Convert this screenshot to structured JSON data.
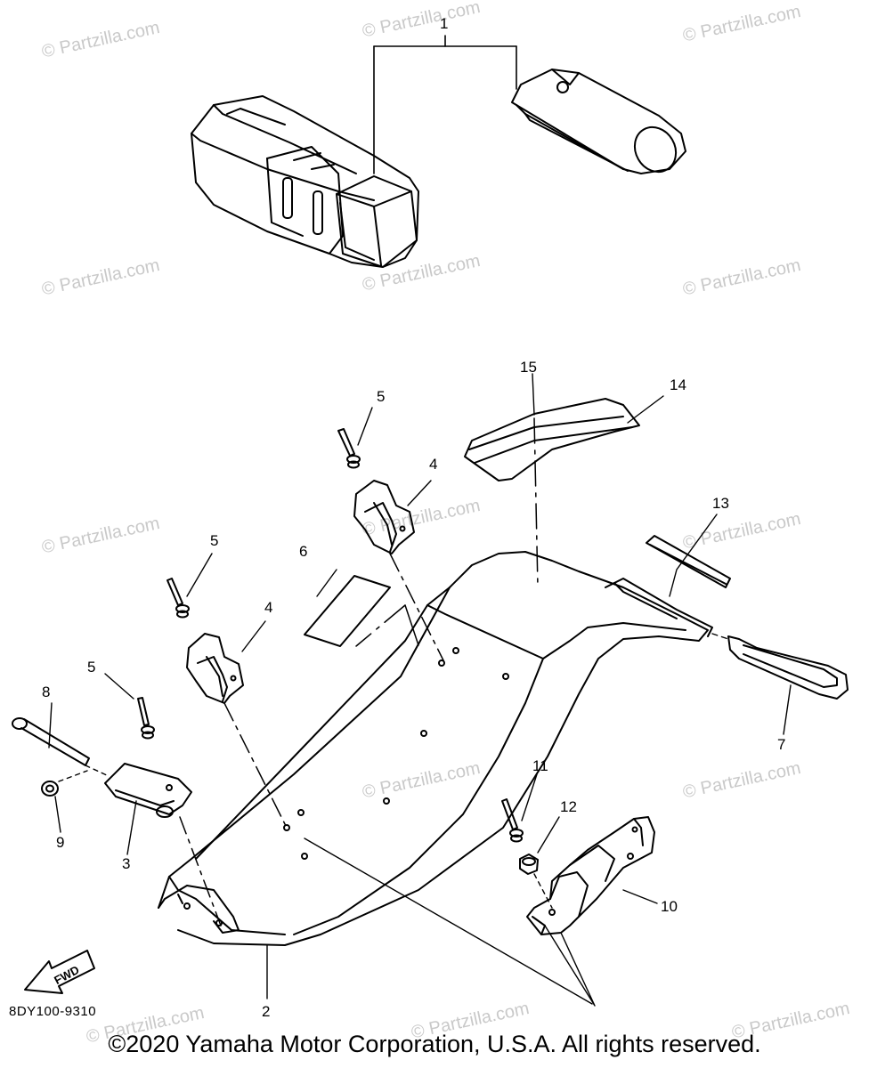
{
  "watermark": "© Partzilla.com",
  "callouts": [
    "1",
    "2",
    "3",
    "4",
    "4",
    "5",
    "5",
    "5",
    "6",
    "7",
    "8",
    "9",
    "10",
    "11",
    "12",
    "13",
    "14",
    "15"
  ],
  "fwd_label": "FWD",
  "diagram_code": "8DY100-9310",
  "copyright": "©2020 Yamaha Motor Corporation, U.S.A. All rights reserved.",
  "colors": {
    "line": "#000000",
    "watermark": "#c9c9c9",
    "background": "#ffffff"
  }
}
